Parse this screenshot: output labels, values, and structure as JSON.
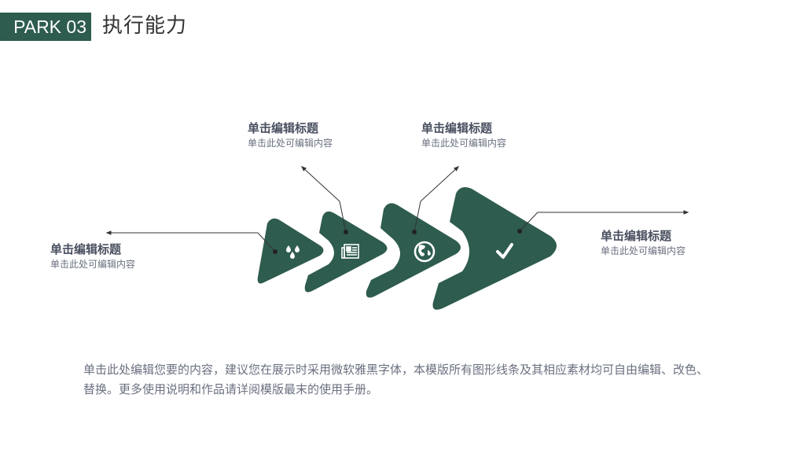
{
  "header": {
    "badge": "PARK 03",
    "title": "执行能力"
  },
  "colors": {
    "accent": "#2e5c4f",
    "title_text": "#4a5060",
    "body_text": "#6a7080"
  },
  "steps": [
    {
      "icon": "water-drops-icon",
      "title": "单击编辑标题",
      "subtitle": "单击此处可编辑内容"
    },
    {
      "icon": "newspaper-icon",
      "title": "单击编辑标题",
      "subtitle": "单击此处可编辑内容"
    },
    {
      "icon": "globe-icon",
      "title": "单击编辑标题",
      "subtitle": "单击此处可编辑内容"
    },
    {
      "icon": "checkmark-icon",
      "title": "单击编辑标题",
      "subtitle": "单击此处可编辑内容"
    }
  ],
  "description": "单击此处编辑您要的内容，建议您在展示时采用微软雅黑字体，本模版所有图形线条及其相应素材均可自由编辑、改色、替换。更多使用说明和作品请详阅模版最末的使用手册。"
}
